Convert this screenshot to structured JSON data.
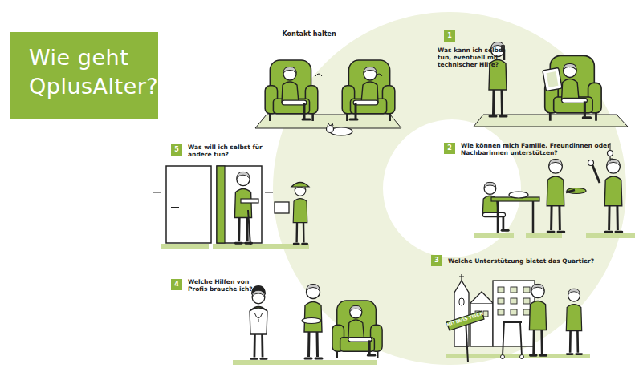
{
  "diagram": {
    "title": "Wie geht QplusAlter?",
    "nodes": [
      {
        "text": [
          "1",
          "Was kann ich selbst tun, eventuell mit technischer Hilfe?"
        ]
      },
      {
        "text": [
          "2",
          "Wie können mich Familie, Freundinnen oder Nachbarinnen unterstützen?"
        ]
      },
      {
        "text": [
          "3",
          "Welche Unterstützung bietet das Quartier?"
        ]
      },
      {
        "text": [
          "4",
          "Welche Hilfen von Profis brauche ich?"
        ]
      },
      {
        "text": [
          "5",
          "Was will ich selbst für andere tun?"
        ]
      }
    ],
    "labels": [
      "Kontakt halten",
      "MITTAGS TISCH"
    ]
  }
}
